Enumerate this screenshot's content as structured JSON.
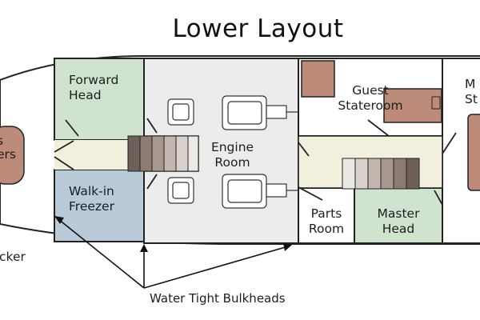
{
  "title": "Lower Layout",
  "rooms": {
    "forward_head": "Forward Head",
    "walk_in_freezer": "Walk-in Freezer",
    "engine_room": "Engine Room",
    "guest_stateroom": "Guest Stateroom",
    "parts_room": "Parts Room",
    "master_head": "Master Head",
    "master_stateroom_partial": "M\nSt",
    "bow_room_partial": "s\ners",
    "locker_partial": "cker"
  },
  "callout": "Water Tight Bulkheads",
  "colors": {
    "forward_head": "#cfe3cf",
    "walk_in_freezer": "#b9cad9",
    "engine_room": "#ececec",
    "master_head": "#cfe3cf",
    "furniture": "#bd8b79",
    "corridor": "#f2f0dc",
    "stairs": [
      "#6e5f58",
      "#8d7b72",
      "#a89890",
      "#c3b7b0",
      "#d9d1cc",
      "#ece8e4"
    ]
  },
  "icons": [
    "engine-icon",
    "generator-icon",
    "stairs-icon",
    "bunk-icon",
    "bed-icon"
  ]
}
